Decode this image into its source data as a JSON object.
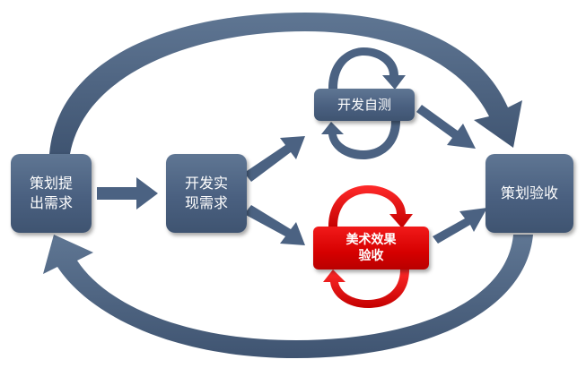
{
  "nodes": {
    "proposal": "策划提\n出需求",
    "develop": "开发实\n现需求",
    "self_test": "开发自测",
    "art_review": "美术效果\n验收",
    "accept": "策划验收"
  },
  "colors": {
    "node_fill": "#4b6282",
    "arrow_fill": "#4b6282",
    "highlight": "#e00000",
    "background": "#ffffff"
  }
}
